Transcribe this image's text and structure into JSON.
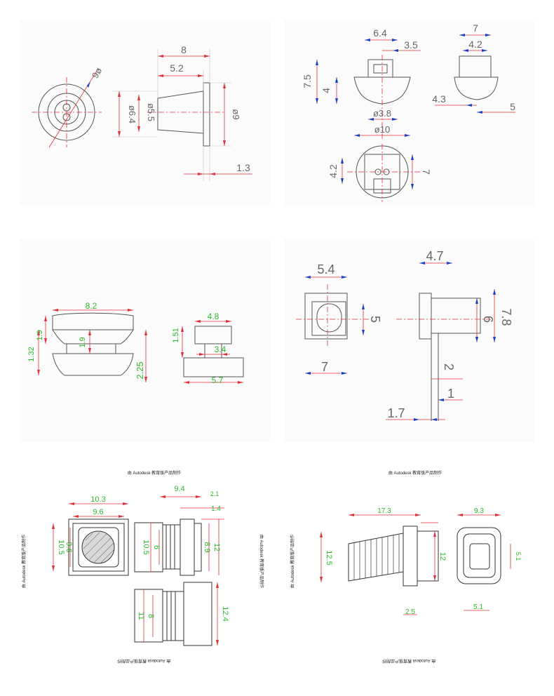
{
  "panels": {
    "p1": {
      "labels": [
        "8",
        "5.2",
        "9ø",
        "ø6.4",
        "ø5.5",
        "ø9",
        "1.3"
      ]
    },
    "p2": {
      "labels": [
        "6.4",
        "3.5",
        "7",
        "4.2",
        "7.5",
        "4",
        "4.3",
        "5",
        "ø3.8",
        "ø10",
        "4.2",
        "7"
      ]
    },
    "p3": {
      "labels": [
        "8.2",
        "1.9",
        "1.9",
        "1.32",
        "2.25",
        "4.8",
        "1.51",
        "3.4",
        "5.7"
      ]
    },
    "p4": {
      "labels": [
        "5.4",
        "5",
        "7",
        "4.7",
        "6",
        "7.8",
        "2",
        "1",
        "1.7"
      ]
    },
    "p5": {
      "labels": [
        "10.3",
        "9.6",
        "9.4",
        "2.1",
        "1.4",
        "10.5",
        "9.6",
        "10.5",
        "6",
        "8.9",
        "12",
        "11",
        "8",
        "12.4"
      ]
    },
    "p6": {
      "labels": [
        "17.3",
        "9.3",
        "12.5",
        "12",
        "2.5",
        "5.1",
        "5.1"
      ]
    }
  },
  "watermarks": [
    "由 Autodesk 教育版产品制作",
    "由 Autodesk 教育版产品制作",
    "由 Autodesk 教育版产品制作",
    "由 Autodesk 教育版产品制作",
    "由 Autodesk 教育版产品制作",
    "由 Autodesk 教育版产品制作",
    "由 Autodesk 教育版产品制作"
  ],
  "colors": {
    "outline": "#555555",
    "dimension_line": "#e0303a",
    "arrow": "#1840c8",
    "dim_text_top": "#666666",
    "dim_text_bottom": "#2db82d"
  }
}
